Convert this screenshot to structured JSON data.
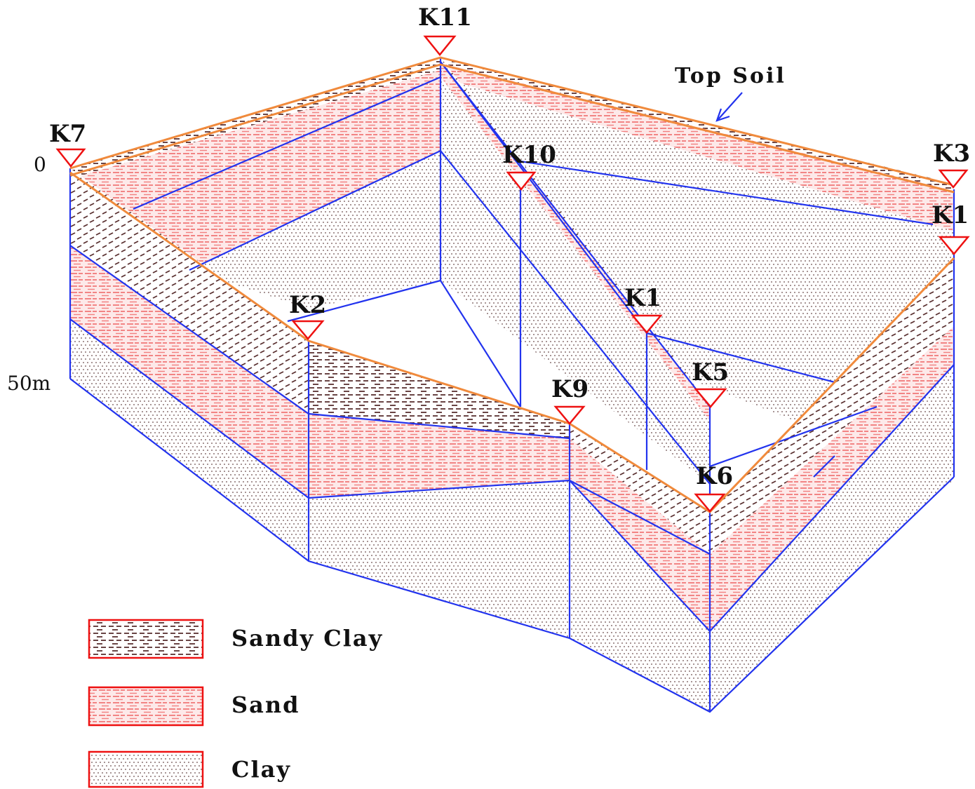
{
  "diagram": {
    "depth_top_label": "0",
    "depth_bottom_label": "50m",
    "annotation": "Top Soil",
    "boreholes": [
      "K11",
      "K7",
      "K10",
      "K3",
      "K1",
      "K2",
      "K1",
      "K5",
      "K9",
      "K6"
    ]
  },
  "legend": [
    {
      "label": "Sandy Clay",
      "pattern": "sandy-clay"
    },
    {
      "label": "Sand",
      "pattern": "sand"
    },
    {
      "label": "Clay",
      "pattern": "clay"
    }
  ],
  "colors": {
    "boundary": "#2233ee",
    "top_soil": "#f08a3c",
    "marker": "#ee1111",
    "sand": "#f06a6a",
    "sandy_clay": "#5a3030",
    "clay": "#6a4a4a"
  }
}
